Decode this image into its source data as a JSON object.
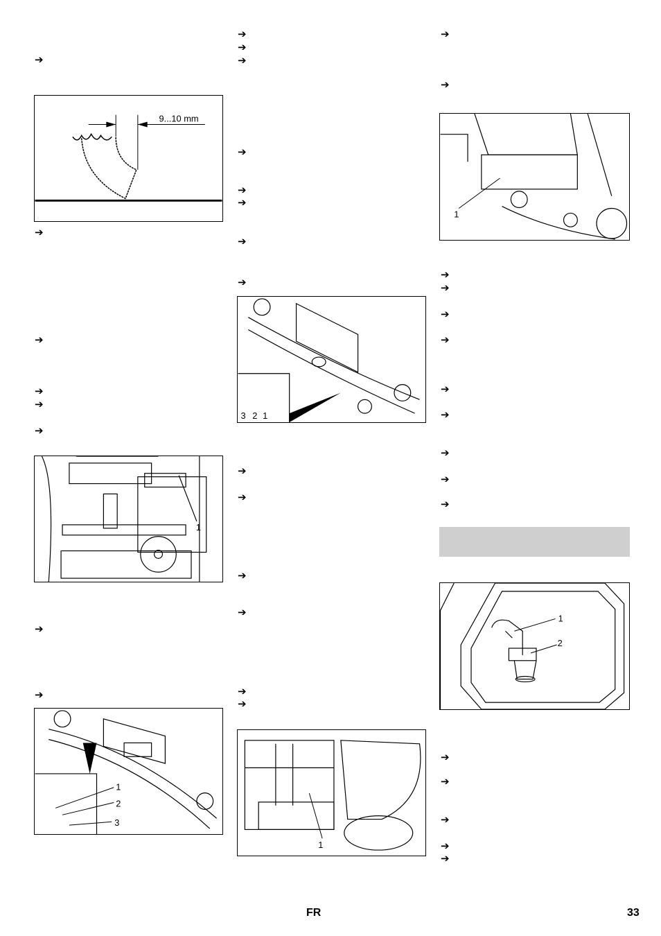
{
  "arrow_glyph": "➔",
  "figures": {
    "blade": {
      "dimension_label": "9...10 mm"
    },
    "guide_rail": {
      "callouts": [
        "1"
      ]
    },
    "squeegee_bottom": {
      "callouts": [
        "1",
        "2",
        "3"
      ]
    },
    "squeegee_top": {
      "callouts": [
        "3",
        "2",
        "1"
      ]
    },
    "chassis": {
      "callouts": [
        "1"
      ]
    },
    "squeegee_mount": {
      "callouts": [
        "1"
      ]
    },
    "tank": {
      "callouts": [
        "1",
        "2"
      ]
    }
  },
  "footer": {
    "language": "FR",
    "page_number": "33"
  }
}
